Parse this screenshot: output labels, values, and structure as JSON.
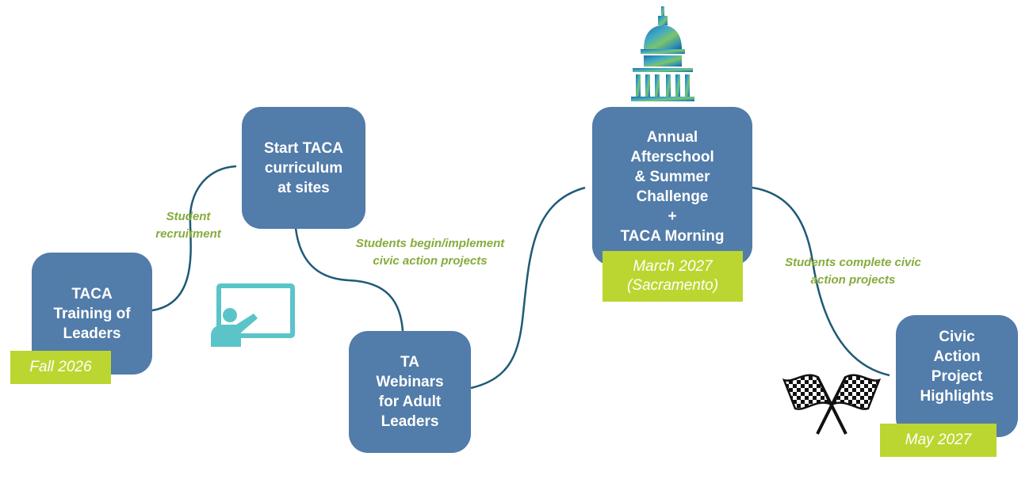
{
  "colors": {
    "box": "#527ca9",
    "tag": "#bcd631",
    "note": "#86ab3c",
    "connector": "#1f5a77",
    "icon": "#5bc4c9"
  },
  "steps": [
    {
      "lines": [
        "TACA",
        "Training of",
        "Leaders"
      ],
      "date": "Fall 2026"
    },
    {
      "lines": [
        "Start TACA",
        "curriculum",
        "at sites"
      ]
    },
    {
      "lines": [
        "TA",
        "Webinars",
        "for Adult",
        "Leaders"
      ]
    },
    {
      "lines": [
        "Annual",
        "Afterschool",
        "& Summer",
        "Challenge",
        "+",
        "TACA Morning"
      ],
      "date_lines": [
        "March 2027",
        "(Sacramento)"
      ]
    },
    {
      "lines": [
        "Civic",
        "Action",
        "Project",
        "Highlights"
      ],
      "date": "May 2027"
    }
  ],
  "notes": {
    "recruitment": [
      "Student",
      "recruitment"
    ],
    "begin": [
      "Students begin/implement",
      "civic action projects"
    ],
    "complete": [
      "Students complete civic",
      "action projects"
    ]
  },
  "icons": {
    "teacher": "teacher-presentation-icon",
    "capitol": "capitol-building-icon",
    "flags": "checkered-flags-icon"
  }
}
